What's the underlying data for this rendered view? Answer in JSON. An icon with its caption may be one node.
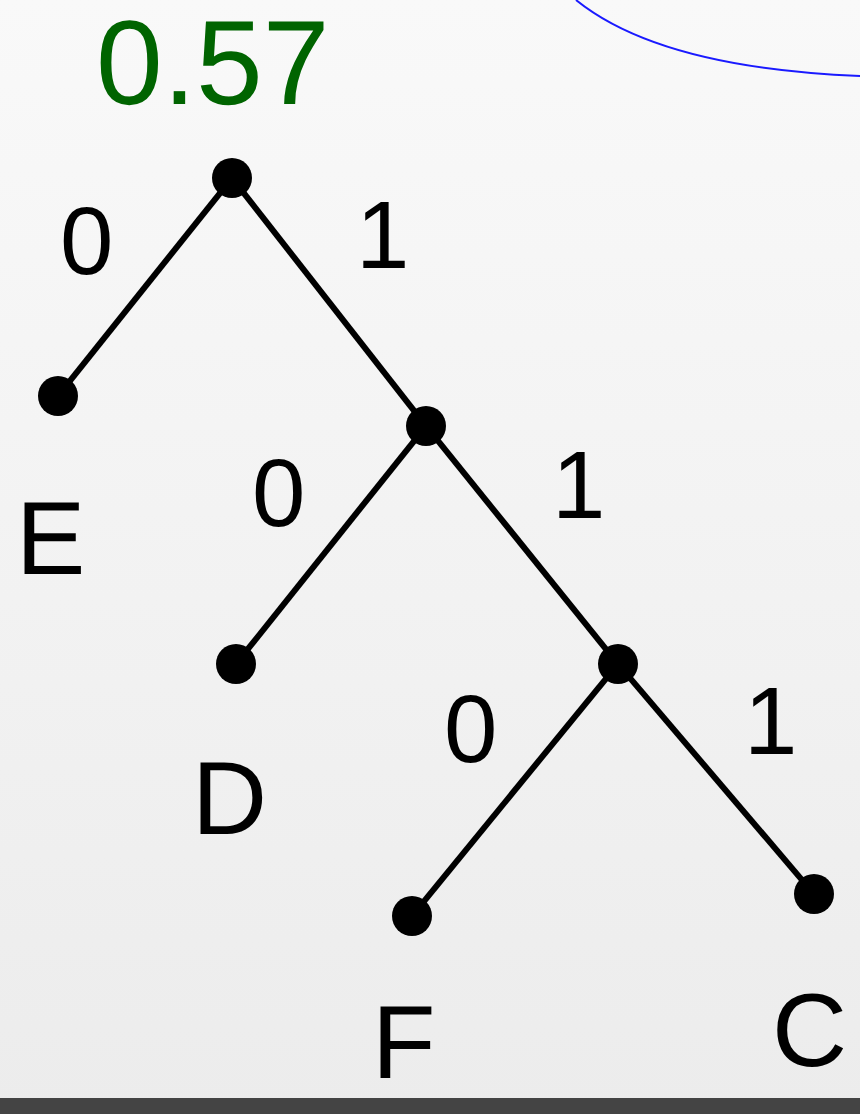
{
  "diagram": {
    "nodes": [
      {
        "text": [],
        "shape": "circle",
        "beside": [
          "0.57"
        ]
      },
      {
        "text": [],
        "shape": "circle",
        "beside": [
          "E"
        ]
      },
      {
        "text": [],
        "shape": "circle"
      },
      {
        "text": [],
        "shape": "circle",
        "beside": [
          "D"
        ]
      },
      {
        "text": [],
        "shape": "circle"
      },
      {
        "text": [],
        "shape": "circle",
        "beside": [
          "F"
        ]
      },
      {
        "text": [],
        "shape": "circle",
        "beside": [
          "C"
        ]
      }
    ],
    "edges": [
      {
        "from": 0,
        "to": 1,
        "arrow": "none",
        "label": "0"
      },
      {
        "from": 0,
        "to": 2,
        "arrow": "none",
        "label": "1"
      },
      {
        "from": 2,
        "to": 3,
        "arrow": "none",
        "label": "0"
      },
      {
        "from": 2,
        "to": 4,
        "arrow": "none",
        "label": "1"
      },
      {
        "from": 4,
        "to": 5,
        "arrow": "none",
        "label": "0"
      },
      {
        "from": 4,
        "to": 6,
        "arrow": "none",
        "label": "1"
      }
    ]
  }
}
